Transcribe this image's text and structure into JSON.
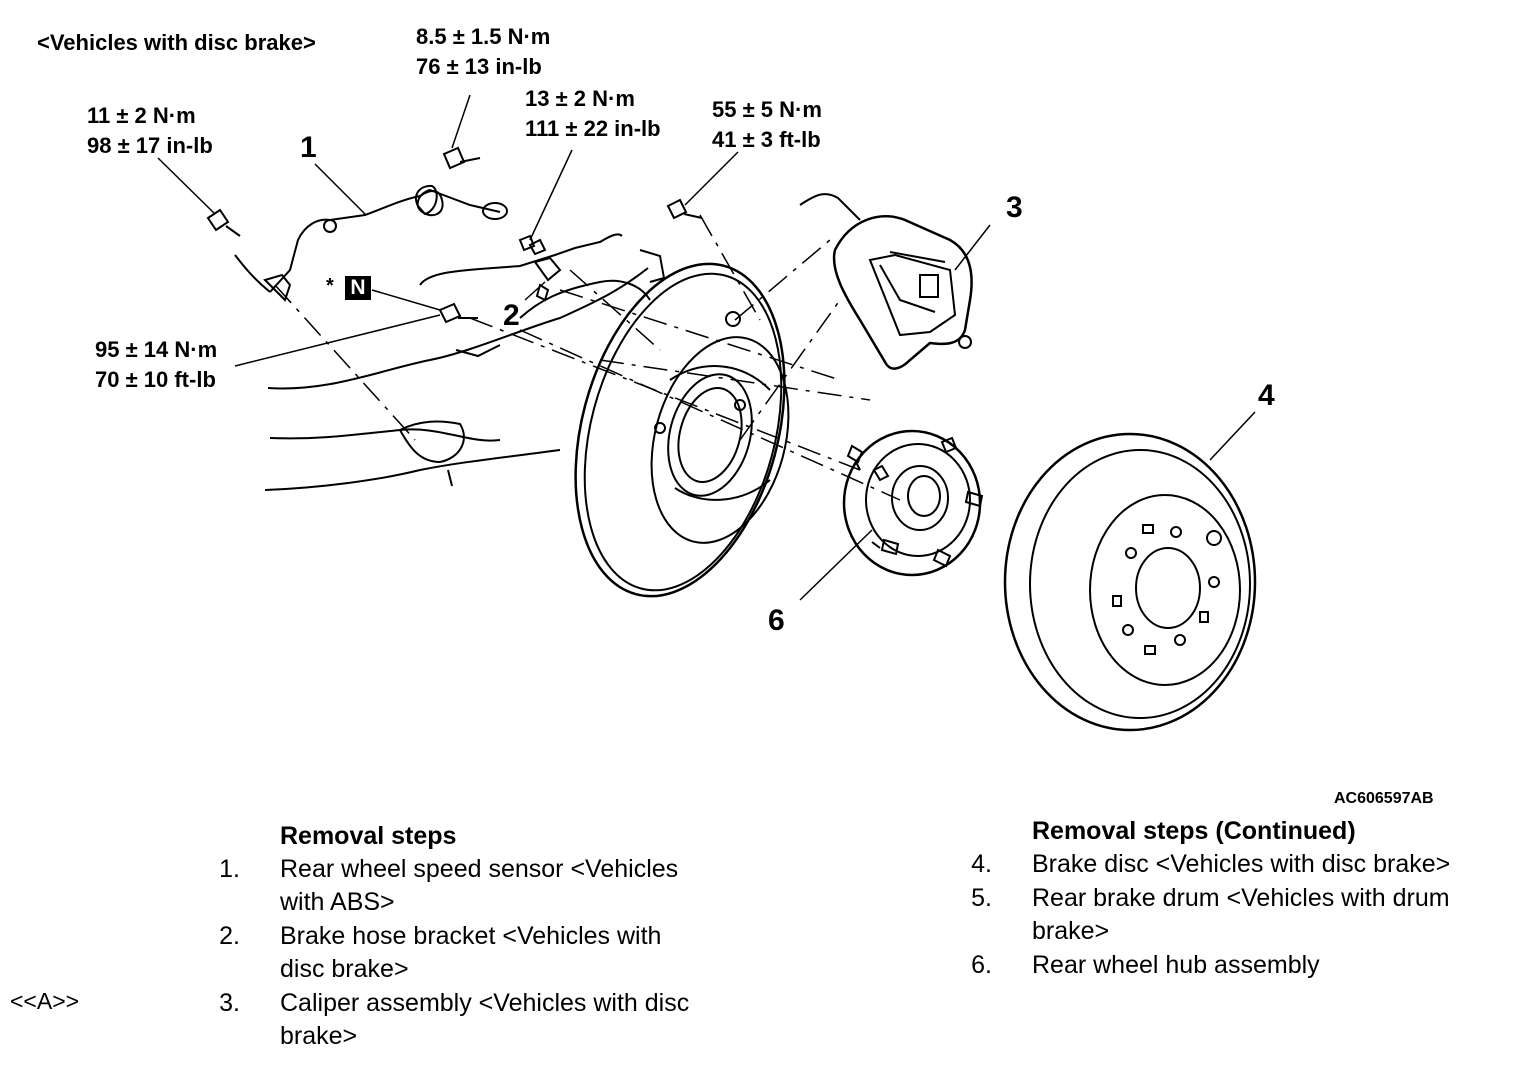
{
  "diagram": {
    "title": "<Vehicles with disc brake>",
    "torque_labels": [
      {
        "line1": "8.5 ± 1.5 N·m",
        "line2": "76 ± 13 in-lb"
      },
      {
        "line1": "11 ± 2 N·m",
        "line2": "98 ± 17 in-lb"
      },
      {
        "line1": "13 ± 2 N·m",
        "line2": "111 ± 22 in-lb"
      },
      {
        "line1": "55 ± 5 N·m",
        "line2": "41 ± 3 ft-lb"
      },
      {
        "line1": "95 ± 14 N·m",
        "line2": "70 ± 10 ft-lb"
      }
    ],
    "callouts": [
      "1",
      "2",
      "3",
      "4",
      "6"
    ],
    "nut_symbol": "N",
    "asterisk": "*",
    "figure_code": "AC606597AB"
  },
  "removal_steps": {
    "heading": "Removal steps",
    "heading_continued": "Removal steps (Continued)",
    "service_marker": "<<A>>",
    "left": [
      {
        "num": "1.",
        "line1": "Rear wheel speed sensor <Vehicles",
        "line2": "with ABS>"
      },
      {
        "num": "2.",
        "line1": "Brake hose bracket <Vehicles with",
        "line2": "disc brake>"
      },
      {
        "num": "3.",
        "line1": "Caliper assembly <Vehicles with disc",
        "line2": "brake>"
      }
    ],
    "right": [
      {
        "num": "4.",
        "line1": "Brake disc <Vehicles with disc brake>",
        "line2": ""
      },
      {
        "num": "5.",
        "line1": "Rear brake drum <Vehicles with drum",
        "line2": "brake>"
      },
      {
        "num": "6.",
        "line1": "Rear wheel hub assembly",
        "line2": ""
      }
    ]
  }
}
